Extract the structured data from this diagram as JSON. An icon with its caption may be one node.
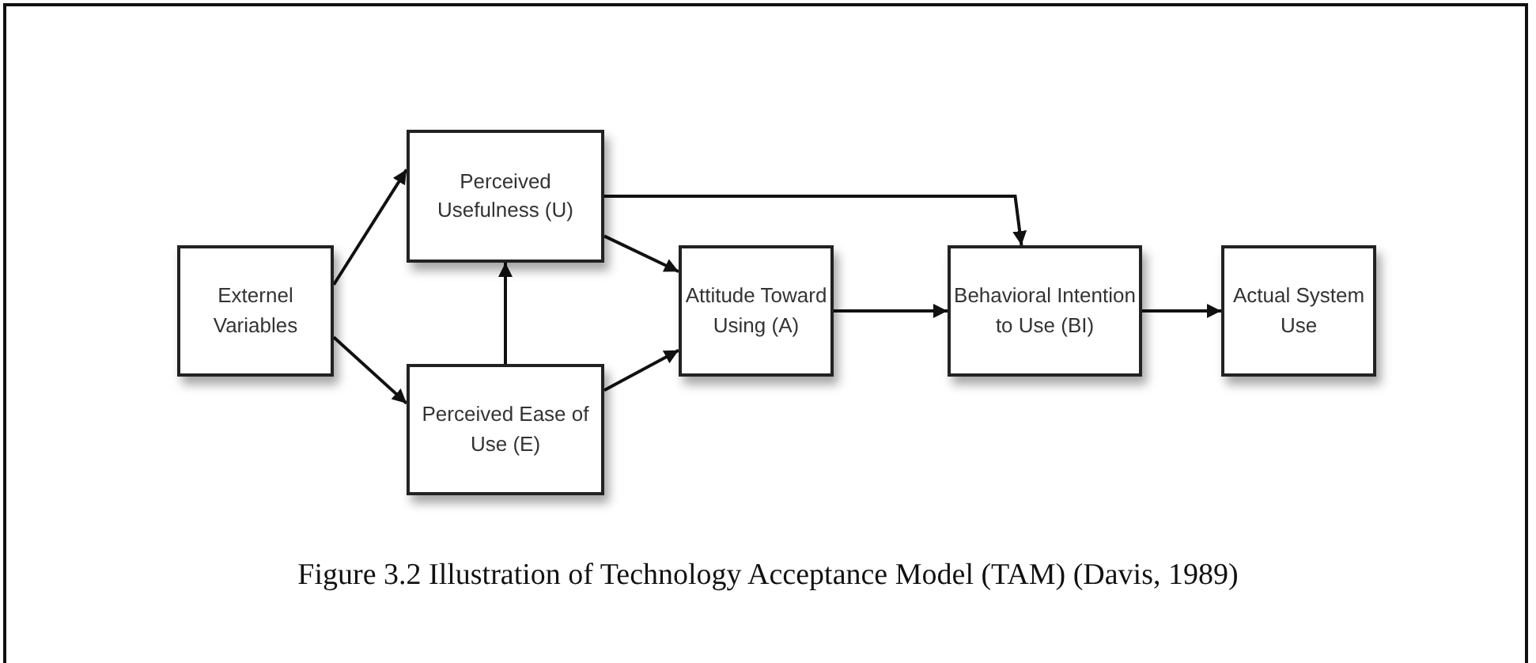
{
  "diagram": {
    "caption": "Figure 3.2 Illustration of Technology Acceptance Model (TAM) (Davis, 1989)",
    "nodes": [
      {
        "text": [
          "Externel Variables"
        ]
      },
      {
        "text": [
          "Perceived Usefulness (U)"
        ]
      },
      {
        "text": [
          "Perceived Ease of Use (E)"
        ]
      },
      {
        "text": [
          "Attitude Toward Using (A)"
        ]
      },
      {
        "text": [
          "Behavioral Intention to Use (BI)"
        ]
      },
      {
        "text": [
          "Actual System Use"
        ]
      }
    ],
    "edges": [
      {
        "from": 0,
        "to": 1,
        "arrow": "to"
      },
      {
        "from": 0,
        "to": 2,
        "arrow": "to"
      },
      {
        "from": 2,
        "to": 1,
        "arrow": "to"
      },
      {
        "from": 1,
        "to": 3,
        "arrow": "to"
      },
      {
        "from": 2,
        "to": 3,
        "arrow": "to"
      },
      {
        "from": 3,
        "to": 4,
        "arrow": "to"
      },
      {
        "from": 1,
        "to": 4,
        "arrow": "to"
      },
      {
        "from": 4,
        "to": 5,
        "arrow": "to"
      }
    ]
  }
}
